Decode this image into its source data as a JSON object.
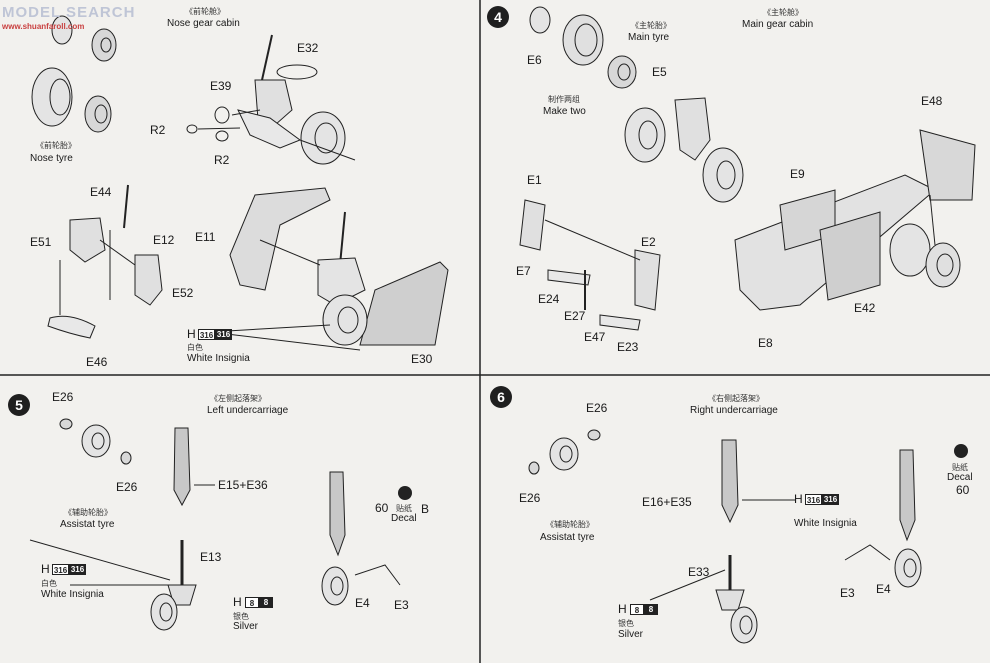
{
  "watermark": {
    "brand": "MODEL SEARCH",
    "site": "www.shuanfaroll.com"
  },
  "steps": [
    "4",
    "5",
    "6"
  ],
  "panel3": {
    "nose_gear_cabin_cn": "《前轮舱》",
    "nose_gear_cabin": "Nose gear cabin",
    "nose_tyre_cn": "《前轮胎》",
    "nose_tyre": "Nose tyre",
    "parts": [
      "E32",
      "E39",
      "R2",
      "R2",
      "E44",
      "E51",
      "E12",
      "E52",
      "E46",
      "E11",
      "E30"
    ],
    "paint_code": "H",
    "paint_num_a": "316",
    "paint_num_b": "316",
    "paint_cn": "白色",
    "paint_name": "White Insignia"
  },
  "panel4": {
    "main_tyre_cn": "《主轮胎》",
    "main_tyre": "Main tyre",
    "main_gear_cabin_cn": "《主轮舱》",
    "main_gear_cabin": "Main gear cabin",
    "make_two_cn": "制作两组",
    "make_two": "Make two",
    "parts": [
      "E6",
      "E5",
      "E48",
      "E1",
      "E9",
      "E2",
      "E7",
      "E24",
      "E27",
      "E47",
      "E23",
      "E42",
      "E8"
    ]
  },
  "panel5": {
    "title_cn": "《左侧起落架》",
    "title": "Left undercarriage",
    "assist_tyre_cn": "《辅助轮胎》",
    "assist_tyre": "Assistat tyre",
    "parts": [
      "E26",
      "E26",
      "E15+E36",
      "E13",
      "E4",
      "E3"
    ],
    "decal_num": "60",
    "decal_cn": "贴纸",
    "decal": "Decal",
    "decal_sheet": "B",
    "paint_white_code": "H",
    "paint_white_a": "316",
    "paint_white_b": "316",
    "paint_white_cn": "白色",
    "paint_white": "White Insignia",
    "paint_silver_code": "H",
    "paint_silver_a": "8",
    "paint_silver_b": "8",
    "paint_silver_cn": "银色",
    "paint_silver": "Silver"
  },
  "panel6": {
    "title_cn": "《右侧起落架》",
    "title": "Right undercarriage",
    "assist_tyre_cn": "《辅助轮胎》",
    "assist_tyre": "Assistat tyre",
    "parts": [
      "E26",
      "E26",
      "E16+E35",
      "E33",
      "E3",
      "E4"
    ],
    "decal_num": "60",
    "decal_cn": "贴纸",
    "decal": "Decal",
    "paint_white_code": "H",
    "paint_white_a": "316",
    "paint_white_b": "316",
    "paint_white": "White Insignia",
    "paint_silver_code": "H",
    "paint_silver_a": "8",
    "paint_silver_b": "8",
    "paint_silver_cn": "银色",
    "paint_silver": "Silver"
  }
}
